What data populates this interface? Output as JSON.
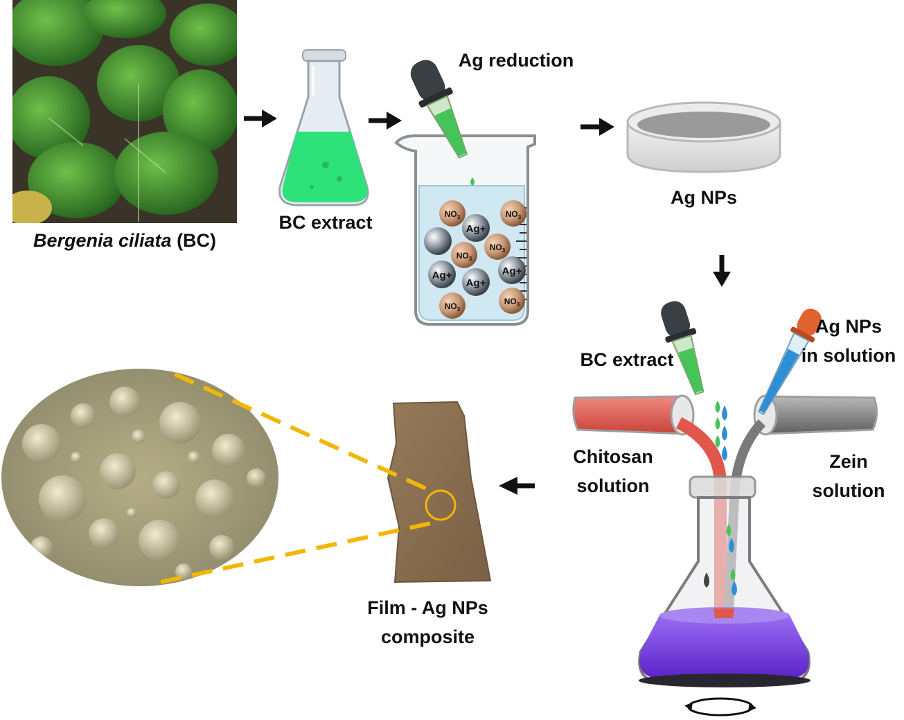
{
  "labels": {
    "plant_italic": "Bergenia ciliata",
    "plant_suffix": "(BC)",
    "bc_extract": "BC extract",
    "ag_reduction": "Ag reduction",
    "ag_nps": "Ag NPs",
    "bc_extract_2": "BC extract",
    "ag_nps_solution_line1": "Ag NPs",
    "ag_nps_solution_line2": "in solution",
    "chitosan_line1": "Chitosan",
    "chitosan_line2": "solution",
    "zein_line1": "Zein",
    "zein_line2": "solution",
    "film_line1": "Film - Ag NPs",
    "film_line2": "composite"
  },
  "ions": {
    "nitrate": "NO",
    "nitrate_sub": "3",
    "nitrate_sup": "-",
    "silver": "Ag+"
  },
  "colors": {
    "arrow": "#111111",
    "extract_green": "#2ee27a",
    "chitosan_red": "#e0574c",
    "zein_gray": "#7a7a7a",
    "mixture_purple": "#7a3ee6",
    "film_brown": "#8c7051",
    "highlight_yellow": "#f2b705",
    "solution_blue": "#cfe8f2"
  }
}
